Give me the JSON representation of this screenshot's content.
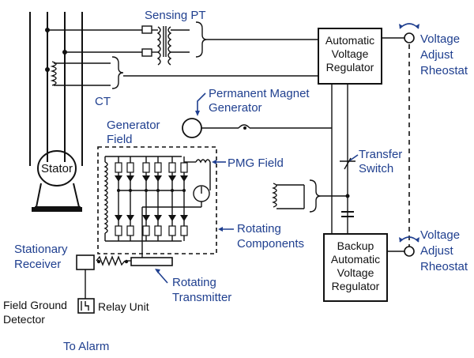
{
  "labels": {
    "sensing_pt": "Sensing PT",
    "ct": "CT",
    "stator": "Stator",
    "avr_line1": "Automatic",
    "avr_line2": "Voltage",
    "avr_line3": "Regulator",
    "va_top_line1": "Voltage",
    "va_top_line2": "Adjust",
    "va_top_line3": "Rheostat",
    "pmg_line1": "Permanent Magnet",
    "pmg_line2": "Generator",
    "gen_field_line1": "Generator",
    "gen_field_line2": "Field",
    "pmg_field": "PMG Field",
    "transfer_line1": "Transfer",
    "transfer_line2": "Switch",
    "rotating_line1": "Rotating",
    "rotating_line2": "Components",
    "stationary_line1": "Stationary",
    "stationary_line2": "Receiver",
    "backup_line1": "Backup",
    "backup_line2": "Automatic",
    "backup_line3": "Voltage",
    "backup_line4": "Regulator",
    "va_bot_line1": "Voltage",
    "va_bot_line2": "Adjust",
    "va_bot_line3": "Rheostat",
    "rot_trans_line1": "Rotating",
    "rot_trans_line2": "Transmitter",
    "field_ground_line1": "Field Ground",
    "field_ground_line2": "Detector",
    "relay_unit": "Relay Unit",
    "to_alarm": "To Alarm"
  },
  "colors": {
    "label": "#1f3f8f",
    "line": "#111111"
  }
}
